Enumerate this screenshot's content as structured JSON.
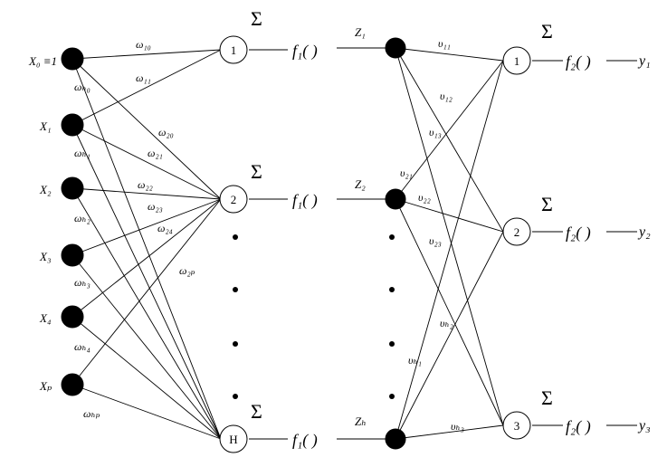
{
  "input_labels": [
    "X₀ ≡1",
    "X₁",
    "X₂",
    "X₃",
    "X₄",
    "Xₚ"
  ],
  "hidden_labels": [
    "1",
    "2",
    "H"
  ],
  "output_labels": [
    "1",
    "2",
    "3"
  ],
  "z_labels": [
    "Z₁",
    "Z₂",
    "Zₕ"
  ],
  "sum_symbol": "Σ",
  "hidden_function": "f₁( )",
  "output_function": "f₂( )",
  "y_labels": [
    "y₁",
    "y₂",
    "y₃"
  ],
  "input_weights": [
    "ω₁₀",
    "ω₁₁",
    "ω₂₀",
    "ω₂₁",
    "ω₂₂",
    "ω₂₃",
    "ω₂₄",
    "ω₂ₚ",
    "ωₕ₀",
    "ωₕ₁",
    "ωₕ₂",
    "ωₕ₃",
    "ωₕ₄",
    "ωₕₚ"
  ],
  "output_weights": [
    "υ₁₁",
    "υ₁₂",
    "υ₁₃",
    "υ₂₁",
    "υ₂₂",
    "υ₂₃",
    "υₕ₁",
    "υₕ₂",
    "υₕ₃"
  ]
}
